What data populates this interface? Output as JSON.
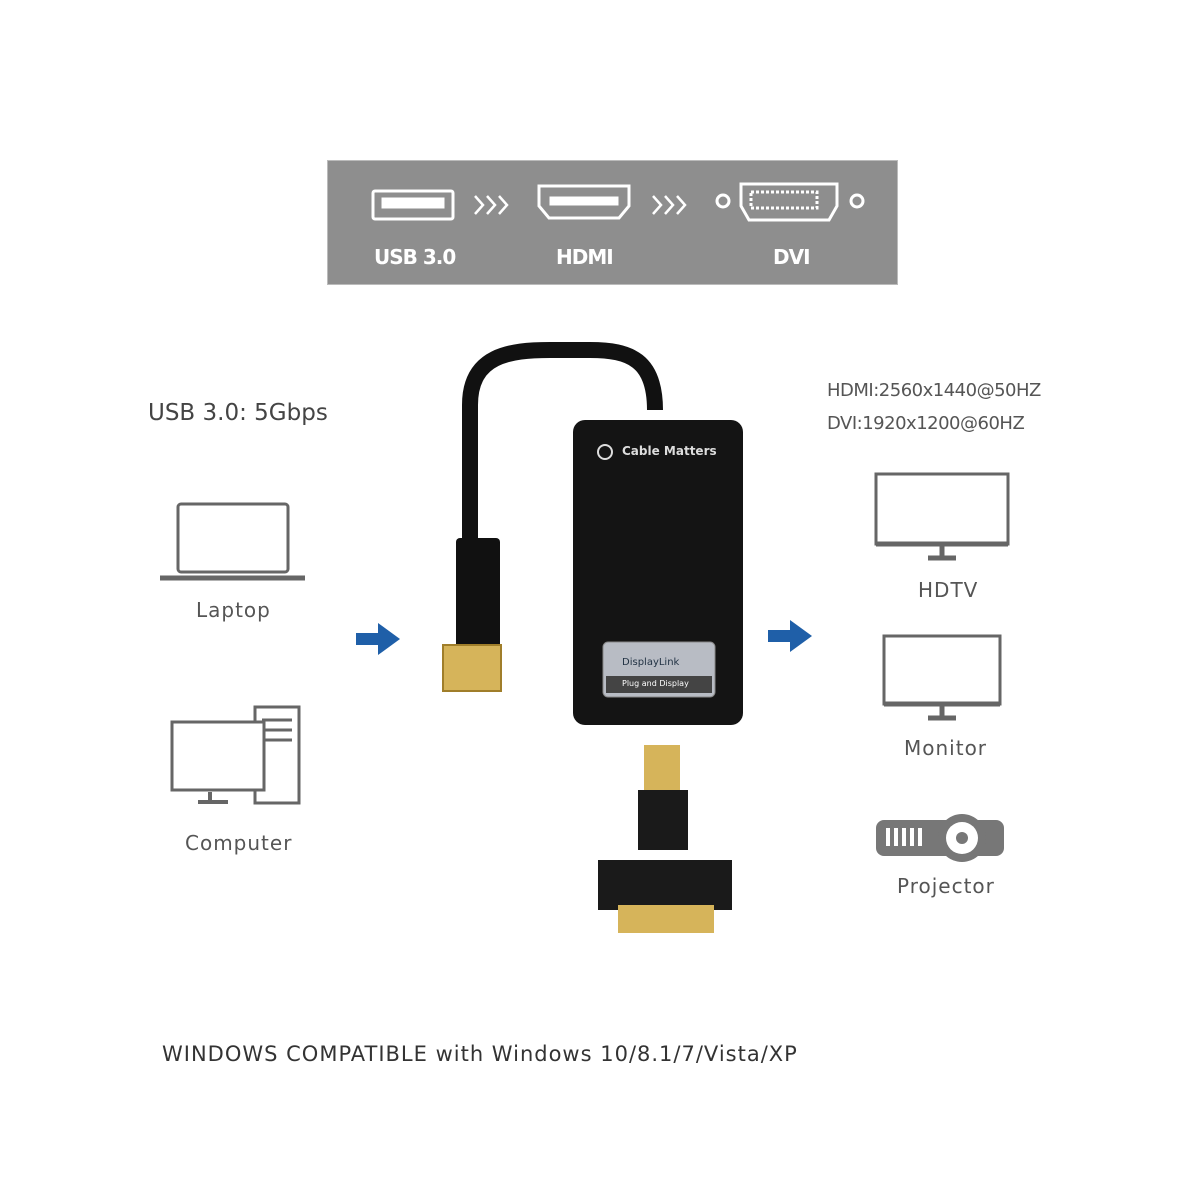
{
  "banner": {
    "ports": [
      "USB 3.0",
      "HDMI",
      "DVI"
    ]
  },
  "left": {
    "speed": "USB 3.0: 5Gbps",
    "devices": [
      "Laptop",
      "Computer"
    ]
  },
  "right": {
    "resolutions": [
      "HDMI:2560x1440@50HZ",
      "DVI:1920x1200@60HZ"
    ],
    "devices": [
      "HDTV",
      "Monitor",
      "Projector"
    ]
  },
  "adapter": {
    "brand": "Cable Matters",
    "badge": "DisplayLink",
    "badge_sub": "Plug and Display"
  },
  "footer": {
    "compat": "WINDOWS COMPATIBLE with Windows 10/8.1/7/Vista/XP"
  },
  "colors": {
    "arrow": "#1f5fa8",
    "banner": "#8e8e8e"
  }
}
